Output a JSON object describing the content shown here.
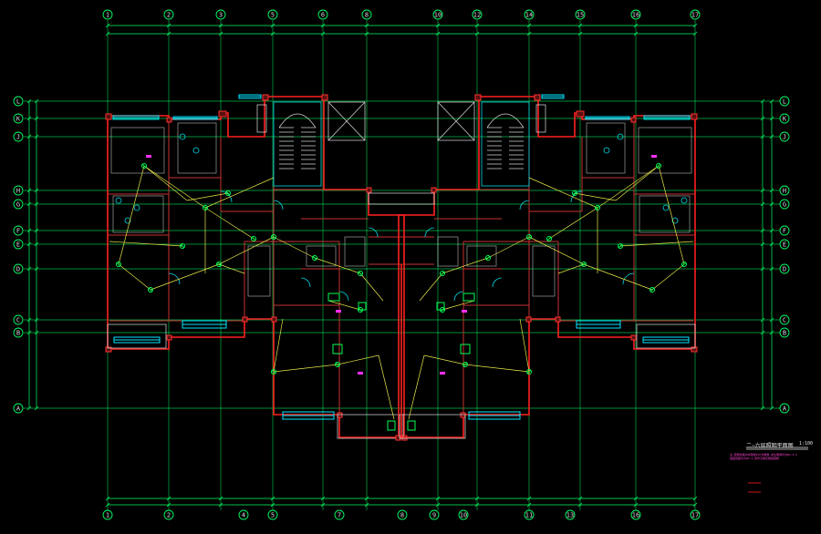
{
  "grid": {
    "top_numbers": [
      "1",
      "2",
      "3",
      "5",
      "6",
      "8",
      "10",
      "12",
      "14",
      "15",
      "16",
      "17"
    ],
    "bottom_numbers": [
      "1",
      "2",
      "4",
      "5",
      "7",
      "8",
      "9",
      "10",
      "11",
      "13",
      "16",
      "17"
    ],
    "left_letters": [
      "L",
      "K",
      "J",
      "H",
      "G",
      "F",
      "E",
      "D",
      "C",
      "B",
      "A"
    ],
    "right_letters": [
      "L",
      "K",
      "J",
      "H",
      "G",
      "F",
      "E",
      "D",
      "C",
      "B",
      "A"
    ]
  },
  "drawing": {
    "title": "二~六层照明平面图",
    "scale": "1:100",
    "notes_line1": "注:照明线路均穿阻燃PVC管暗敷,未注明者均为BV-2.5",
    "notes_line2": "插座回路均为BV-4,穿管沿墙及楼板暗敷"
  },
  "colors": {
    "grid": "#00ff66",
    "walls": "#ff2020",
    "windows": "#00e5ff",
    "wiring": "#e8e848",
    "devices": "#00ff55",
    "annotations": "#ff30ff"
  }
}
